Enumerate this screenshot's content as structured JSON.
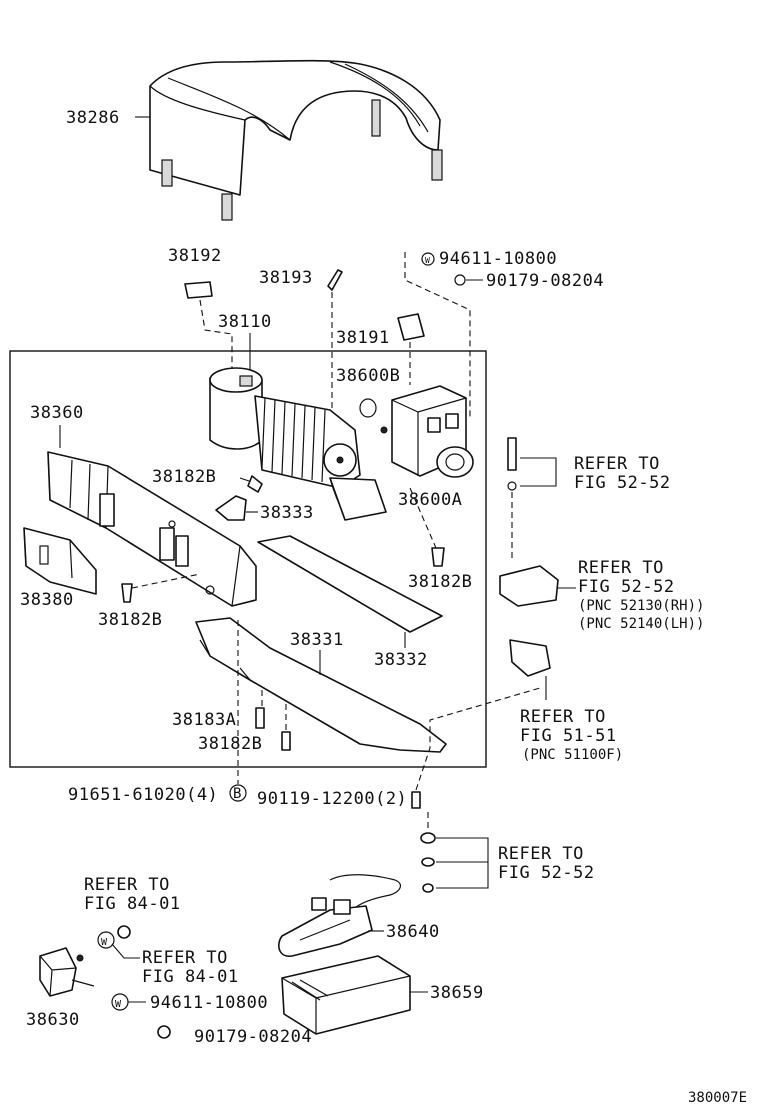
{
  "labels": {
    "p38286": "38286",
    "p38192": "38192",
    "p38193": "38193",
    "p94611_top": "94611-10800",
    "p90179_top": "90179-08204",
    "p38110": "38110",
    "p38191": "38191",
    "p38600B": "38600B",
    "p38360": "38360",
    "p38182B_a": "38182B",
    "p38333": "38333",
    "p38600A": "38600A",
    "p38182B_b": "38182B",
    "p38380": "38380",
    "p38182B_c": "38182B",
    "p38332": "38332",
    "p38331": "38331",
    "p38183A": "38183A",
    "p38182B_d": "38182B",
    "p91651": "91651-61020(4)",
    "p90119": "90119-12200(2)",
    "p38640": "38640",
    "p38659": "38659",
    "p38630": "38630",
    "p94611_bot": "94611-10800",
    "p90179_bot": "90179-08204",
    "circle_B": "B",
    "circle_W": "W"
  },
  "refs": {
    "r1_a": "REFER TO",
    "r1_b": "FIG 52-52",
    "r2_a": "REFER TO",
    "r2_b": "FIG 52-52",
    "r2_c": "(PNC 52130(RH))",
    "r2_d": "(PNC 52140(LH))",
    "r3_a": "REFER TO",
    "r3_b": "FIG 51-51",
    "r3_c": "(PNC 51100F)",
    "r4_a": "REFER TO",
    "r4_b": "FIG 52-52",
    "r5_a": "REFER TO",
    "r5_b": "FIG 84-01",
    "r6_a": "REFER TO",
    "r6_b": "FIG 84-01"
  },
  "figure_code": "380007E"
}
